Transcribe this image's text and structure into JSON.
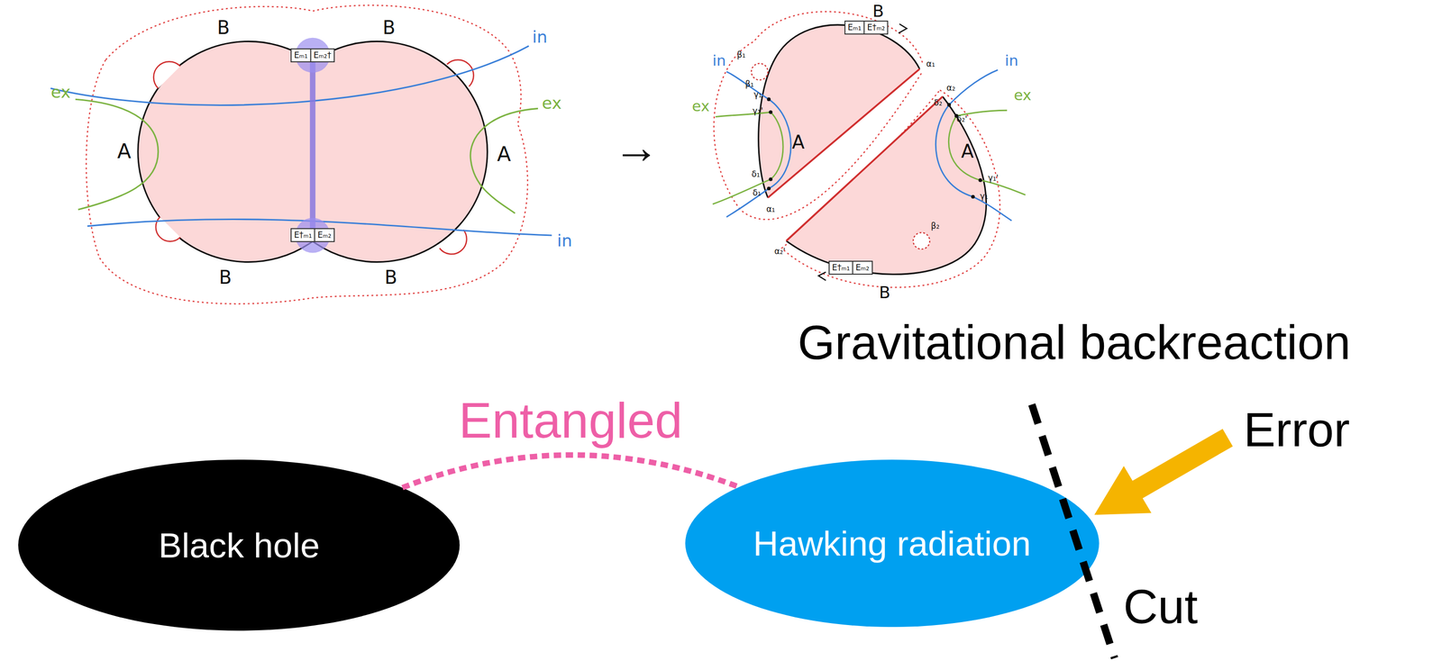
{
  "diagram": {
    "nodes": [
      {
        "text": [
          "Black hole"
        ]
      },
      {
        "text": [
          "Hawking radiation"
        ]
      },
      {
        "text": [
          "Eₘ₁",
          "Eₘ₂†"
        ]
      },
      {
        "text": [
          "E†ₘ₁",
          "Eₘ₂"
        ]
      },
      {
        "text": [
          "Eₘ₁",
          "E†ₘ₂"
        ]
      },
      {
        "text": [
          "E†ₘ₁",
          "Eₘ₂"
        ]
      }
    ],
    "edges": [
      {
        "from": 0,
        "to": 1,
        "arrow": "none",
        "label": "Entangled"
      }
    ],
    "labels": [
      "B",
      "B",
      "B",
      "B",
      "A",
      "A",
      "ex",
      "in",
      "ex",
      "in",
      "→",
      "B",
      "B",
      "A",
      "A",
      "in",
      "ex",
      "in",
      "ex",
      "β₁",
      "β₁",
      "γ₁",
      "γ₁'",
      "δ₁'",
      "δ₁",
      "α₁",
      "α₁",
      "α₂",
      "δ₂",
      "δ₂'",
      "γ₁'",
      "γ₁",
      "β₂",
      "α₂'",
      "Gravitational backreaction",
      "Error",
      "Cut"
    ]
  }
}
